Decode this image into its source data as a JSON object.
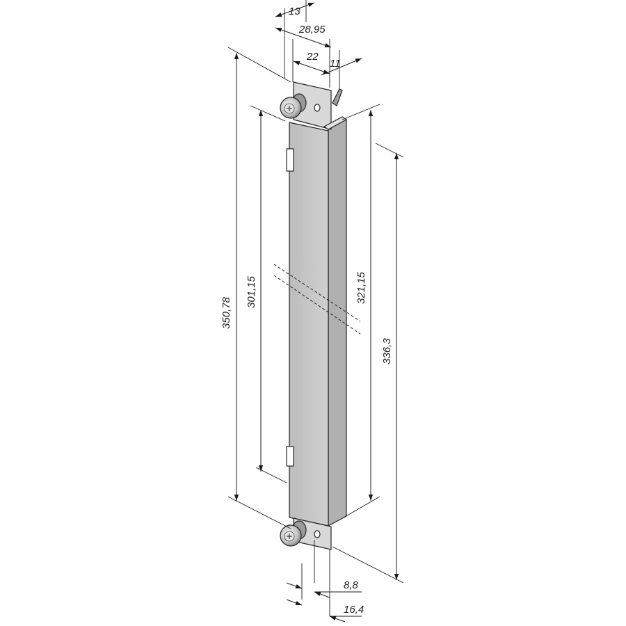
{
  "drawing": {
    "colors": {
      "line": "#1a1a1a",
      "panel_front": "#c8c8c8",
      "panel_side": "#b3b3b3",
      "bracket": "#d6d6d6",
      "screw_light": "#e4e4e4",
      "screw_dark": "#7a7a7a"
    },
    "dimensions": {
      "top_13": "13",
      "top_28_95": "28,95",
      "top_22": "22",
      "top_11": "11",
      "height_350_78": "350,78",
      "height_301_15": "301,15",
      "height_321_15": "321,15",
      "height_336_3": "336,3",
      "bottom_8_8": "8,8",
      "bottom_16_4": "16,4"
    },
    "icons": [
      "screw-icon",
      "screw-icon"
    ]
  }
}
